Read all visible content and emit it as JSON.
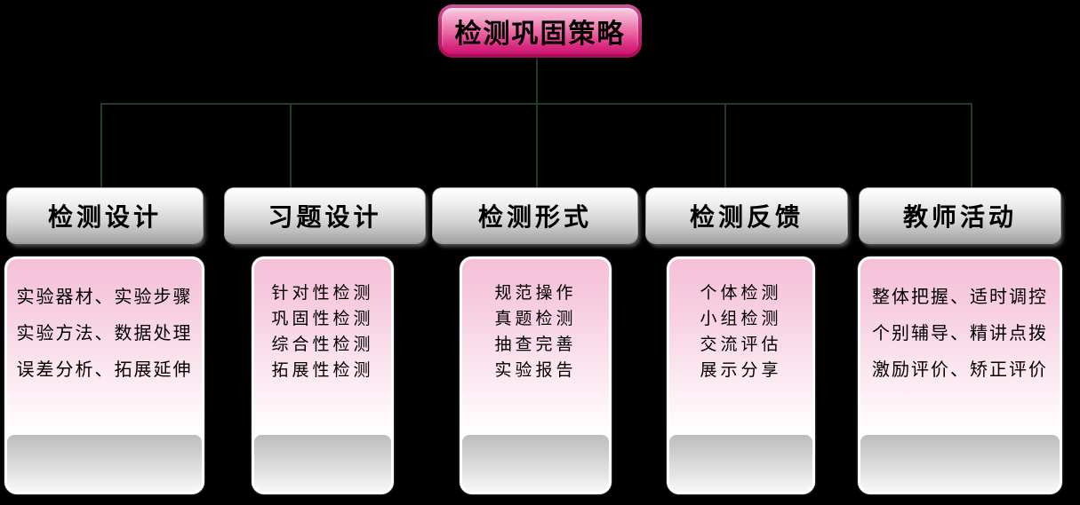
{
  "root": {
    "label": "检测巩固策略"
  },
  "columns": [
    {
      "header": "检测设计",
      "lines": [
        "实验器材、实验步骤",
        "实验方法、数据处理",
        "误差分析、拓展延伸"
      ]
    },
    {
      "header": "习题设计",
      "lines": [
        "针对性检测",
        "巩固性检测",
        "综合性检测",
        "拓展性检测"
      ]
    },
    {
      "header": "检测形式",
      "lines": [
        "规范操作",
        "真题检测",
        "抽查完善",
        "实验报告"
      ]
    },
    {
      "header": "检测反馈",
      "lines": [
        "个体检测",
        "小组检测",
        "交流评估",
        "展示分享"
      ]
    },
    {
      "header": "教师活动",
      "lines": [
        "整体把握、适时调控",
        "个别辅导、精讲点拨",
        "激励评价、矫正评价"
      ]
    }
  ],
  "colors": {
    "background": "#000000",
    "connector_green": "#1d3c2a",
    "root_magenta": "#cc1670",
    "root_rim": "#ab0a58",
    "header_gray_top": "#ffffff",
    "header_gray_bottom": "#a2a2a2",
    "card_pink_top": "#f5bfd7",
    "card_reflection_gray": "#bdbdbd"
  }
}
